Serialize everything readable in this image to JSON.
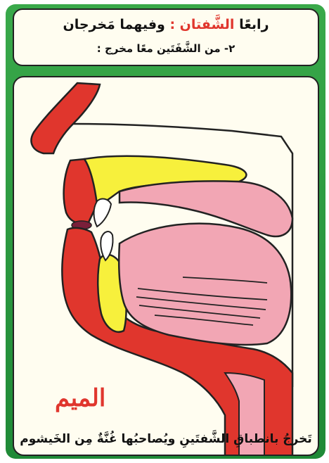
{
  "header": {
    "title_prefix": "رابعًا ",
    "title_highlight": "الشَّفتان :",
    "title_suffix": " وفيهما مَخرجان",
    "subtitle": "٢- من الشَّفَتَين معًا مخرج :"
  },
  "diagram": {
    "letter": "الميم",
    "caption": "تَخرجُ بانطباقِ الشَّفتَينِ ويُصاحبُها غُنَّةٌ مِن الخَيشوم"
  },
  "colors": {
    "background_green": "#2e9b42",
    "lip_red": "#e0362d",
    "tongue_pink": "#f2a6b4",
    "teeth_yellow": "#f7f03c",
    "panel_cream": "#fffdf0"
  }
}
